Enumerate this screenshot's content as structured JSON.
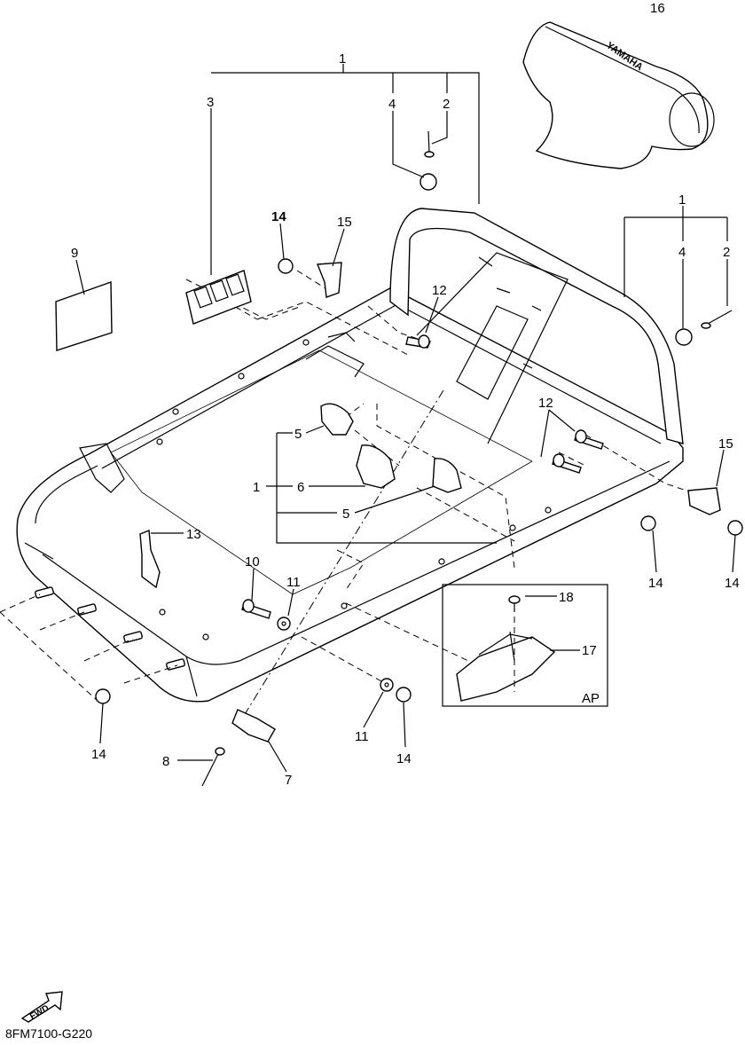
{
  "diagram": {
    "callouts": {
      "n1_top": "1",
      "n1_right": "1",
      "n1_mid": "1",
      "n2_top": "2",
      "n2_right": "2",
      "n3": "3",
      "n4_top": "4",
      "n4_right": "4",
      "n5_a": "5",
      "n5_b": "5",
      "n6": "6",
      "n7": "7",
      "n8": "8",
      "n9": "9",
      "n10": "10",
      "n11_a": "11",
      "n11_b": "11",
      "n12_a": "12",
      "n12_b": "12",
      "n13": "13",
      "n14_top": "14",
      "n14_r1": "14",
      "n14_r2": "14",
      "n14_left": "14",
      "n14_bottom": "14",
      "n15_top": "15",
      "n15_right": "15",
      "n16": "16",
      "n17": "17",
      "n18": "18"
    },
    "inset_label": "AP",
    "fwd_label": "FWD",
    "cover_brand": "YAMAHA",
    "figure_code": "8FM7100-G220"
  }
}
